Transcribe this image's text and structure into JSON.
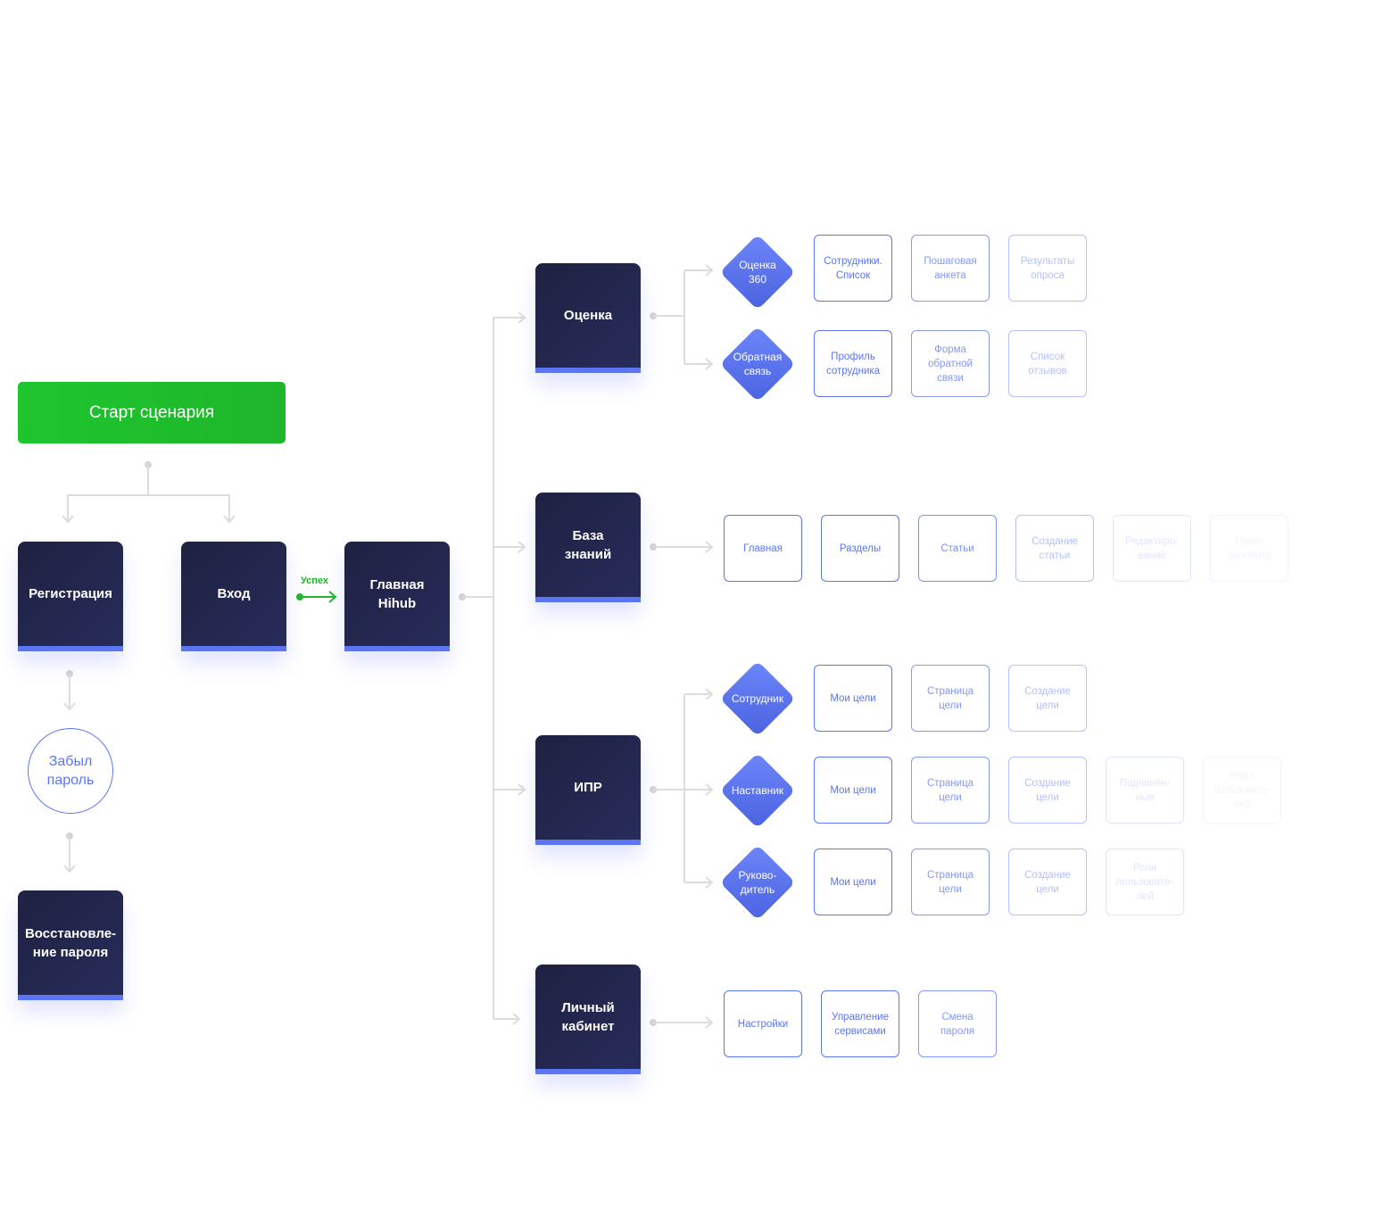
{
  "start": "Старт сценария",
  "nodes": {
    "registration": "Регистрация",
    "login": "Вход",
    "hub": "Главная\nHihub",
    "forgot": "Забыл\nпароль",
    "restore": "Восстановле-\nние пароля",
    "success_label": "Успех",
    "assessment": "Оценка",
    "knowledge": "База\nзнаний",
    "idp": "ИПР",
    "cabinet": "Личный\nкабинет"
  },
  "assessment": {
    "rows": [
      {
        "role": "Оценка\n360",
        "steps": [
          "Сотрудники.\nСписок",
          "Пошаговая\nанкета",
          "Результаты\nопроса"
        ]
      },
      {
        "role": "Обратная\nсвязь",
        "steps": [
          "Профиль\nсотрудника",
          "Форма\nобратной\nсвязи",
          "Список\nотзывов"
        ]
      }
    ]
  },
  "knowledge": {
    "steps": [
      "Главная",
      "Разделы",
      "Статьи",
      "Создание\nстатьи",
      "Редактиро-\nвание",
      "Пред-\nпросмотр"
    ]
  },
  "idp": {
    "rows": [
      {
        "role": "Сотрудник",
        "steps": [
          "Мои цели",
          "Страница\nцели",
          "Создание\nцели"
        ]
      },
      {
        "role": "Наставник",
        "steps": [
          "Мои цели",
          "Страница\nцели",
          "Создание\nцели",
          "Подчинён-\nные",
          "Роли\nпользовате-\nлей"
        ]
      },
      {
        "role": "Руково-\nдитель",
        "steps": [
          "Мои цели",
          "Страница\nцели",
          "Создание\nцели",
          "Роли\nпользовате-\nлей"
        ]
      }
    ]
  },
  "cabinet": {
    "steps": [
      "Настройки",
      "Управление\nсервисами",
      "Смена\nпароля"
    ]
  },
  "colors": {
    "accent": "#5b76f5",
    "dark": "#23264e",
    "start": "#1ec52e",
    "connector": "#dcdcdc"
  }
}
